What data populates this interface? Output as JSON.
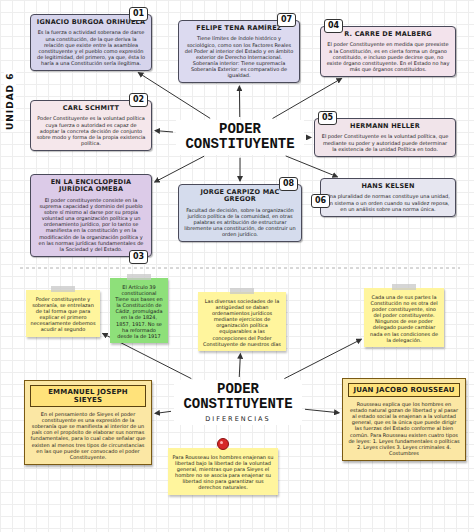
{
  "diagram": {
    "nodes": [
      {
        "text": [
          "IGNACIO BURGOA ORIHUELA",
          "Es la fuerza o actividad soberana de darse una constitución, de la que deriva la relación que existe entre la asamblea constituyente y el pueblo como expresión de legitimidad, del primero, ya que, ésta lo haría a una Constitución sería ilegítima."
        ]
      },
      {
        "text": [
          "FELIPE TENA RAMÍREZ",
          "Tiene límites de índole histórico y sociológico, como son los Factores Reales del Poder al interior del Estado y en ámbito exterior de Derecho Internacional. Soberanía interior: Tiene supremacía Soberanía Exterior: es comparativo de igualdad."
        ]
      },
      {
        "text": [
          "R. CARRE DE MALBERG",
          "El poder Constituyente en medida que preexiste a la Constitución, es en cierta forma un órgano constituido, e incluso puede decirse que, no existe órgano constituyente. En el Estado no hay más que órganos constituidos."
        ]
      },
      {
        "text": [
          "CARL SCHMITT",
          "Poder Constituyente es la voluntad política cuya fuerza o autoridad es capaz de adoptar la concreta decisión de conjunto sobre modo y forma de la propia existencia política."
        ]
      },
      {
        "text": [
          "PODER CONSTITUYENTE"
        ]
      },
      {
        "text": [
          "HERMANN HELLER",
          "El poder Constituyente es la voluntad política, que mediante su poder y autoridad puede determinar la existencia de la unidad Política en todo."
        ]
      },
      {
        "text": [
          "EN LA ENCICLOPEDIA JURÍDICA OMEBA",
          "El poder constituyente consiste en la suprema capacidad y dominio del pueblo sobre sí mismo al darse por su propia voluntad una organización política y un ordenamiento jurídico, por lo tanto se manifiesta en la constitución y en la modificación de la organización política y en las normas jurídicas fundamentales de la Sociedad y del Estado."
        ]
      },
      {
        "text": [
          "JORGE CARPIZO MAC GREGOR",
          "Facultad de decisión, sobre la organización jurídico política de la comunidad, en otras palabras es atribución de estructurar libremente una constitución, de construir un orden jurídico."
        ]
      },
      {
        "text": [
          "HANS KELSEN",
          "Una pluralidad de normas constituye una unidad, un sistema o un orden cuando su validez reposa, en un análisis sobre una norma única."
        ]
      },
      {
        "text": [
          "Poder constituyente y soberanía, se entrelazan de tal forma que para explicar el primero necesariamente debemos acudir al segundo"
        ]
      },
      {
        "text": [
          "El Artículo 39 constitucional Tiene sus bases en la Constitución de Cádiz, promulgada en la de 1824, 1857, 1917. No se ha reformado desde la de 1917"
        ]
      },
      {
        "text": [
          "Las diversas sociedades de la antigüedad se daban ordenamientos jurídicos mediante ejercicios de organización política equiparables a las concepciones del Poder Constituyente de nuestros días"
        ]
      },
      {
        "text": [
          "Cada una de sus partes la Constitución no es otra del poder constituyente, sino del poder constituyente. Ningunos de ese poder delegado puede cambiar nada en las condiciones de la delegación."
        ]
      },
      {
        "text": [
          "PODER CONSTITUYENTE",
          "DIFERENCIAS"
        ]
      },
      {
        "text": [
          "EMMANUEL JOSEPH SIEYES",
          "En el pensamiento de Sieyes el poder constituyente es una expresión de la soberanía que se manifiesta al interior de un país con el propósito de elaborar sus normas fundamentales, para lo cual cabe señalar que existen al menos tres tipos de circunstancias en las que puede ser convocado el poder Constituyente."
        ]
      },
      {
        "text": [
          "JUAN JACOBO ROUSSEAU",
          "Rousseau explica que los hombres en estado natural gozan de libertad y al pasar al estado social la enajenan a la voluntad general, que es la única que puede dirigir las fuerzas del Estado conforme al bien común. Para Rousseau existen cuatro tipos de leyes: 1. Leyes fundamentales o políticas 2. Leyes civiles 3. Leyes criminales 4. Costumbres"
        ]
      },
      {
        "text": [
          "Para Rousseau los hombres enajenan su libertad bajo la libertad de la voluntad general, mientras que para Sieyes el hombre no se asocia para enajenar su libertad sino para garantizar sus derechos naturales."
        ]
      }
    ],
    "edges": [
      {
        "from": 4,
        "to": 0,
        "arrow": "to"
      },
      {
        "from": 4,
        "to": 1,
        "arrow": "to"
      },
      {
        "from": 4,
        "to": 2,
        "arrow": "to"
      },
      {
        "from": 4,
        "to": 3,
        "arrow": "to"
      },
      {
        "from": 4,
        "to": 5,
        "arrow": "to"
      },
      {
        "from": 4,
        "to": 6,
        "arrow": "to"
      },
      {
        "from": 4,
        "to": 7,
        "arrow": "to"
      },
      {
        "from": 4,
        "to": 8,
        "arrow": "to"
      },
      {
        "from": 13,
        "to": 9,
        "arrow": "to"
      },
      {
        "from": 13,
        "to": 11,
        "arrow": "to"
      },
      {
        "from": 13,
        "to": 12,
        "arrow": "to"
      },
      {
        "from": 13,
        "to": 14,
        "arrow": "to"
      },
      {
        "from": 13,
        "to": 15,
        "arrow": "to"
      }
    ],
    "labels": [
      "UNIDAD 6",
      "01",
      "07",
      "04",
      "02",
      "05",
      "03",
      "08",
      "06"
    ]
  }
}
